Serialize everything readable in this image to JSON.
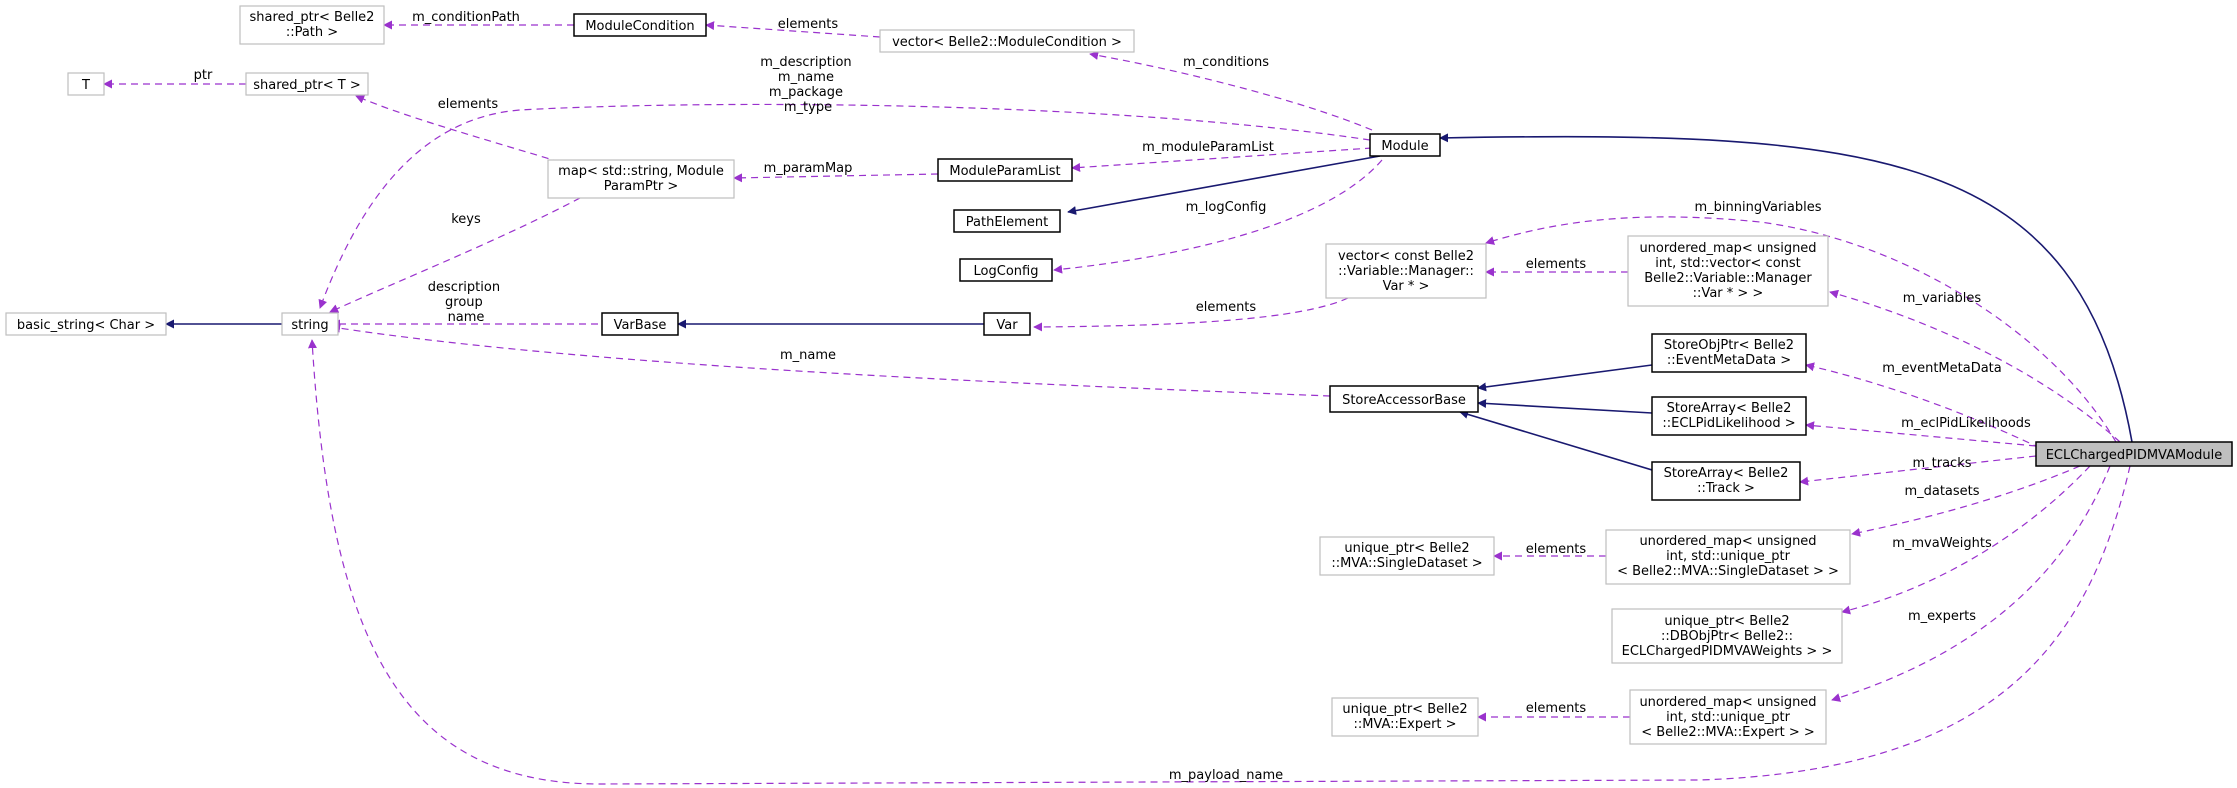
{
  "colors": {
    "inheritance": "#191970",
    "usage": "#9a32cd",
    "focus_fill": "#bfbfbf",
    "gray_border": "#bfbfbf",
    "black_border": "#000000"
  },
  "nodes": {
    "shared_ptr_path": [
      "shared_ptr< Belle2",
      "::Path >"
    ],
    "module_condition": [
      "ModuleCondition"
    ],
    "vector_module_condition": [
      "vector< Belle2::ModuleCondition >"
    ],
    "t_param": [
      "T"
    ],
    "shared_ptr_t": [
      "shared_ptr< T >"
    ],
    "map_param": [
      "map< std::string, Module",
      "ParamPtr >"
    ],
    "module": [
      "Module"
    ],
    "module_param_list": [
      "ModuleParamList"
    ],
    "path_element": [
      "PathElement"
    ],
    "log_config": [
      "LogConfig"
    ],
    "vector_var": [
      "vector< const Belle2",
      "::Variable::Manager::",
      "Var * >"
    ],
    "unordered_map_vars": [
      "unordered_map< unsigned",
      "int, std::vector< const",
      "Belle2::Variable::Manager",
      "::Var * > >"
    ],
    "basic_string": [
      "basic_string< Char >"
    ],
    "string": [
      "string"
    ],
    "var_base": [
      "VarBase"
    ],
    "var": [
      "Var"
    ],
    "store_obj_ptr": [
      "StoreObjPtr< Belle2",
      "::EventMetaData >"
    ],
    "store_accessor_base": [
      "StoreAccessorBase"
    ],
    "store_array_ecl": [
      "StoreArray< Belle2",
      "::ECLPidLikelihood >"
    ],
    "store_array_track": [
      "StoreArray< Belle2",
      "::Track >"
    ],
    "ecl_module": [
      "ECLChargedPIDMVAModule"
    ],
    "unique_ptr_dataset": [
      "unique_ptr< Belle2",
      "::MVA::SingleDataset >"
    ],
    "unordered_map_dataset": [
      "unordered_map< unsigned",
      "int, std::unique_ptr",
      "< Belle2::MVA::SingleDataset > >"
    ],
    "unique_ptr_dbobj": [
      "unique_ptr< Belle2",
      "::DBObjPtr< Belle2::",
      "ECLChargedPIDMVAWeights > >"
    ],
    "unique_ptr_expert": [
      "unique_ptr< Belle2",
      "::MVA::Expert >"
    ],
    "unordered_map_expert": [
      "unordered_map< unsigned",
      "int, std::unique_ptr",
      "< Belle2::MVA::Expert > >"
    ]
  },
  "edge_labels": {
    "m_condition_path": [
      "m_conditionPath"
    ],
    "elements_cond": [
      "elements"
    ],
    "ptr": [
      "ptr"
    ],
    "m_conditions": [
      "m_conditions"
    ],
    "module_strings": [
      "m_description",
      "m_name",
      "m_package",
      "m_type"
    ],
    "elements_shared": [
      "elements"
    ],
    "m_module_param_list": [
      "m_moduleParamList"
    ],
    "m_param_map": [
      "m_paramMap"
    ],
    "keys": [
      "keys"
    ],
    "m_log_config": [
      "m_logConfig"
    ],
    "m_binning_variables": [
      "m_binningVariables"
    ],
    "elements_vars": [
      "elements"
    ],
    "m_variables": [
      "m_variables"
    ],
    "var_strings": [
      "description",
      "group",
      "name"
    ],
    "elements_var": [
      "elements"
    ],
    "m_name": [
      "m_name"
    ],
    "m_event_meta_data": [
      "m_eventMetaData"
    ],
    "m_ecl_pid_likelihoods": [
      "m_eclPidLikelihoods"
    ],
    "m_tracks": [
      "m_tracks"
    ],
    "m_datasets": [
      "m_datasets"
    ],
    "elements_dataset": [
      "elements"
    ],
    "m_mva_weights": [
      "m_mvaWeights"
    ],
    "m_experts": [
      "m_experts"
    ],
    "elements_expert": [
      "elements"
    ],
    "m_payload_name": [
      "m_payload_name"
    ]
  }
}
